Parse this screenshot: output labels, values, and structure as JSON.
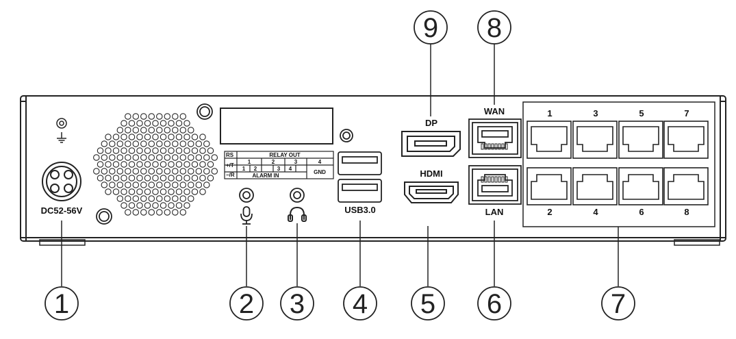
{
  "power": {
    "label": "DC52-56V"
  },
  "ports": {
    "dp": "DP",
    "hdmi": "HDMI",
    "usb": "USB3.0",
    "wan": "WAN",
    "lan": "LAN"
  },
  "io_table": {
    "rs": "RS",
    "relay_out": "RELAY OUT",
    "t_plus": "+/T",
    "r_minus": "−/R",
    "alarm_in": "ALARM IN",
    "gnd": "GND",
    "relay_nums": [
      "1",
      "2",
      "3",
      "4"
    ],
    "alarm_nums": [
      "1",
      "2",
      "3",
      "4"
    ]
  },
  "switch_top_labels": [
    "1",
    "3",
    "5",
    "7"
  ],
  "switch_bottom_labels": [
    "2",
    "4",
    "6",
    "8"
  ],
  "callouts_bottom": [
    "1",
    "2",
    "3",
    "4",
    "5",
    "6",
    "7"
  ],
  "callouts_top": [
    "9",
    "8"
  ],
  "icons": [
    "ground-icon",
    "microphone-icon",
    "headphone-icon"
  ],
  "colors": {
    "line": "#222222",
    "background": "#ffffff"
  }
}
